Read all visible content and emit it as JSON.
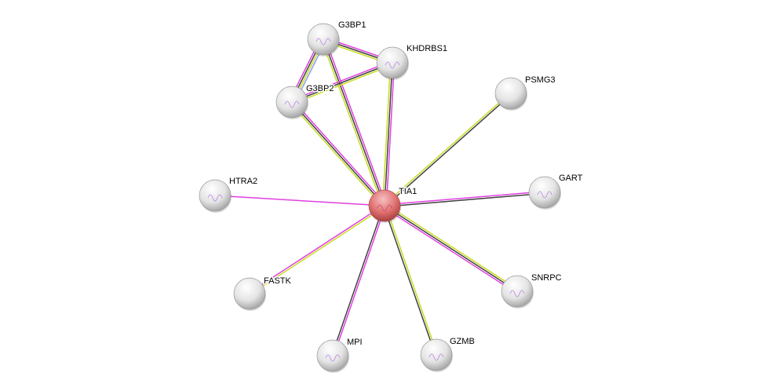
{
  "network": {
    "colors": {
      "experiments": "#e040e0",
      "textmining": "#c8dc20",
      "coexpression": "#404040",
      "databases": "#8a9cf0",
      "query_node": "#e07070",
      "node": "#e8e8e8"
    },
    "nodes": [
      {
        "id": "TIA1",
        "label": "TIA1",
        "query": true
      },
      {
        "id": "G3BP1",
        "label": "G3BP1"
      },
      {
        "id": "KHDRBS1",
        "label": "KHDRBS1"
      },
      {
        "id": "G3BP2",
        "label": "G3BP2"
      },
      {
        "id": "PSMG3",
        "label": "PSMG3"
      },
      {
        "id": "GART",
        "label": "GART"
      },
      {
        "id": "HTRA2",
        "label": "HTRA2"
      },
      {
        "id": "FASTK",
        "label": "FASTK"
      },
      {
        "id": "SNRPC",
        "label": "SNRPC"
      },
      {
        "id": "MPI",
        "label": "MPI"
      },
      {
        "id": "GZMB",
        "label": "GZMB"
      }
    ],
    "edges": [
      {
        "a": "G3BP1",
        "b": "KHDRBS1",
        "types": [
          "experiments",
          "coexpression",
          "textmining"
        ]
      },
      {
        "a": "G3BP1",
        "b": "G3BP2",
        "types": [
          "databases",
          "textmining",
          "coexpression",
          "experiments"
        ]
      },
      {
        "a": "G3BP1",
        "b": "TIA1",
        "types": [
          "experiments",
          "coexpression",
          "textmining"
        ]
      },
      {
        "a": "G3BP2",
        "b": "KHDRBS1",
        "types": [
          "experiments",
          "coexpression",
          "textmining"
        ]
      },
      {
        "a": "G3BP2",
        "b": "TIA1",
        "types": [
          "experiments",
          "coexpression",
          "textmining"
        ]
      },
      {
        "a": "KHDRBS1",
        "b": "TIA1",
        "types": [
          "experiments",
          "coexpression",
          "textmining"
        ]
      },
      {
        "a": "PSMG3",
        "b": "TIA1",
        "types": [
          "coexpression",
          "textmining"
        ]
      },
      {
        "a": "GART",
        "b": "TIA1",
        "types": [
          "coexpression",
          "experiments"
        ]
      },
      {
        "a": "HTRA2",
        "b": "TIA1",
        "types": [
          "experiments"
        ]
      },
      {
        "a": "FASTK",
        "b": "TIA1",
        "types": [
          "experiments",
          "textmining"
        ]
      },
      {
        "a": "SNRPC",
        "b": "TIA1",
        "types": [
          "experiments",
          "coexpression",
          "textmining"
        ]
      },
      {
        "a": "MPI",
        "b": "TIA1",
        "types": [
          "coexpression",
          "experiments"
        ]
      },
      {
        "a": "GZMB",
        "b": "TIA1",
        "types": [
          "coexpression",
          "textmining"
        ]
      }
    ]
  }
}
